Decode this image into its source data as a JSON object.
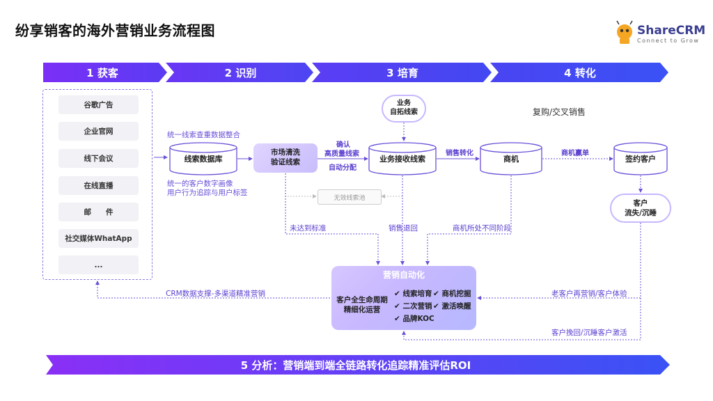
{
  "title": "纷享销客的海外营销业务流程图",
  "logo": {
    "name": "ShareCRM",
    "tagline": "Connect to Grow"
  },
  "stages": [
    "1 获客",
    "2 识别",
    "3 培育",
    "4 转化"
  ],
  "sources": [
    "谷歌广告",
    "企业官网",
    "线下会议",
    "在线直播",
    "邮　　件",
    "社交媒体WhatApp",
    "..."
  ],
  "notes": {
    "dedupe": "统一线索查重数据整合",
    "portrait_1": "统一的客户数字画像",
    "portrait_2": "用户行为追踪与用户标签",
    "confirm_1": "确认",
    "confirm_2": "高质量线索",
    "auto_assign": "自动分配",
    "sales_convert": "销售转化",
    "opportunity_won": "商机赢单",
    "repurchase": "复购/交叉销售",
    "not_qualified": "未达到标准",
    "sales_return": "销售退回",
    "opp_stage": "商机所处不同阶段",
    "crm_support": "CRM数据支撑-多渠道精准营销",
    "old_customer": "老客户再营销/客户体验",
    "winback": "客户挽回/沉睡客户激活",
    "invalid_pool": "无效线索池"
  },
  "nodes": {
    "lead_db": "线索数据库",
    "cleanse_1": "市场清洗",
    "cleanse_2": "验证线索",
    "biz_lead_1": "业务",
    "biz_lead_2": "自拓线索",
    "biz_receive": "业务接收线索",
    "opportunity": "商机",
    "signed": "签约客户",
    "churn_1": "客户",
    "churn_2": "流失/沉睡"
  },
  "automation": {
    "title": "营销自动化",
    "left_1": "客户全生命周期",
    "left_2": "精细化运营",
    "items": [
      "✔ 线索培育",
      "✔ 商机挖掘",
      "✔ 二次营销",
      "✔ 激活唤醒",
      "✔ 品牌KOC"
    ]
  },
  "bottom": "5 分析：营销端到端全链路转化追踪精准评估ROI",
  "colors": {
    "accent": "#6a4fd8",
    "stage_start": "#7b2ff7",
    "stage_end": "#3d4ef5"
  }
}
